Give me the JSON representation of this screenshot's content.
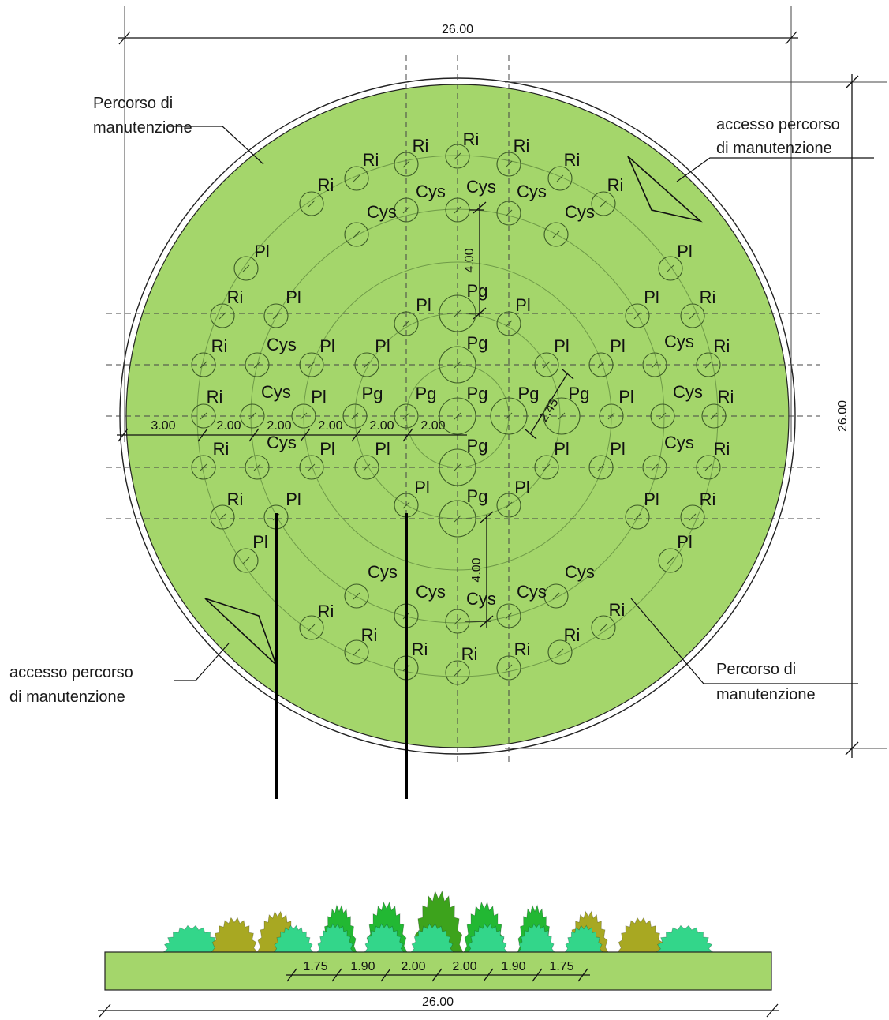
{
  "plan": {
    "overall_width": "26.00",
    "overall_height": "26.00",
    "labels": {
      "maint_tl_1": "Percorso di",
      "maint_tl_2": "manutenzione",
      "access_tr_1": "accesso percorso",
      "access_tr_2": "di manutenzione",
      "access_bl_1": "accesso percorso",
      "access_bl_2": "di manutenzione",
      "maint_br_1": "Percorso di",
      "maint_br_2": "manutenzione"
    },
    "horizontal_dims": [
      "3.00",
      "2.00",
      "2.00",
      "2.00",
      "2.00",
      "2.00"
    ],
    "vertical_dim_top": "4.00",
    "vertical_dim_bottom": "4.00",
    "diagonal_dim": "2.45",
    "plant_codes": [
      "Ri",
      "Cys",
      "Pl",
      "Pg"
    ]
  },
  "section": {
    "dims": [
      "1.75",
      "1.90",
      "2.00",
      "2.00",
      "1.90",
      "1.75"
    ],
    "total_width": "26.00"
  },
  "colors": {
    "lawn": "#a4d66b",
    "Ri_shrub": "#33d68a",
    "Cys_shrub": "#a8a822",
    "Pl_shrub": "#22b833",
    "Pg_shrub": "#3da31c"
  }
}
